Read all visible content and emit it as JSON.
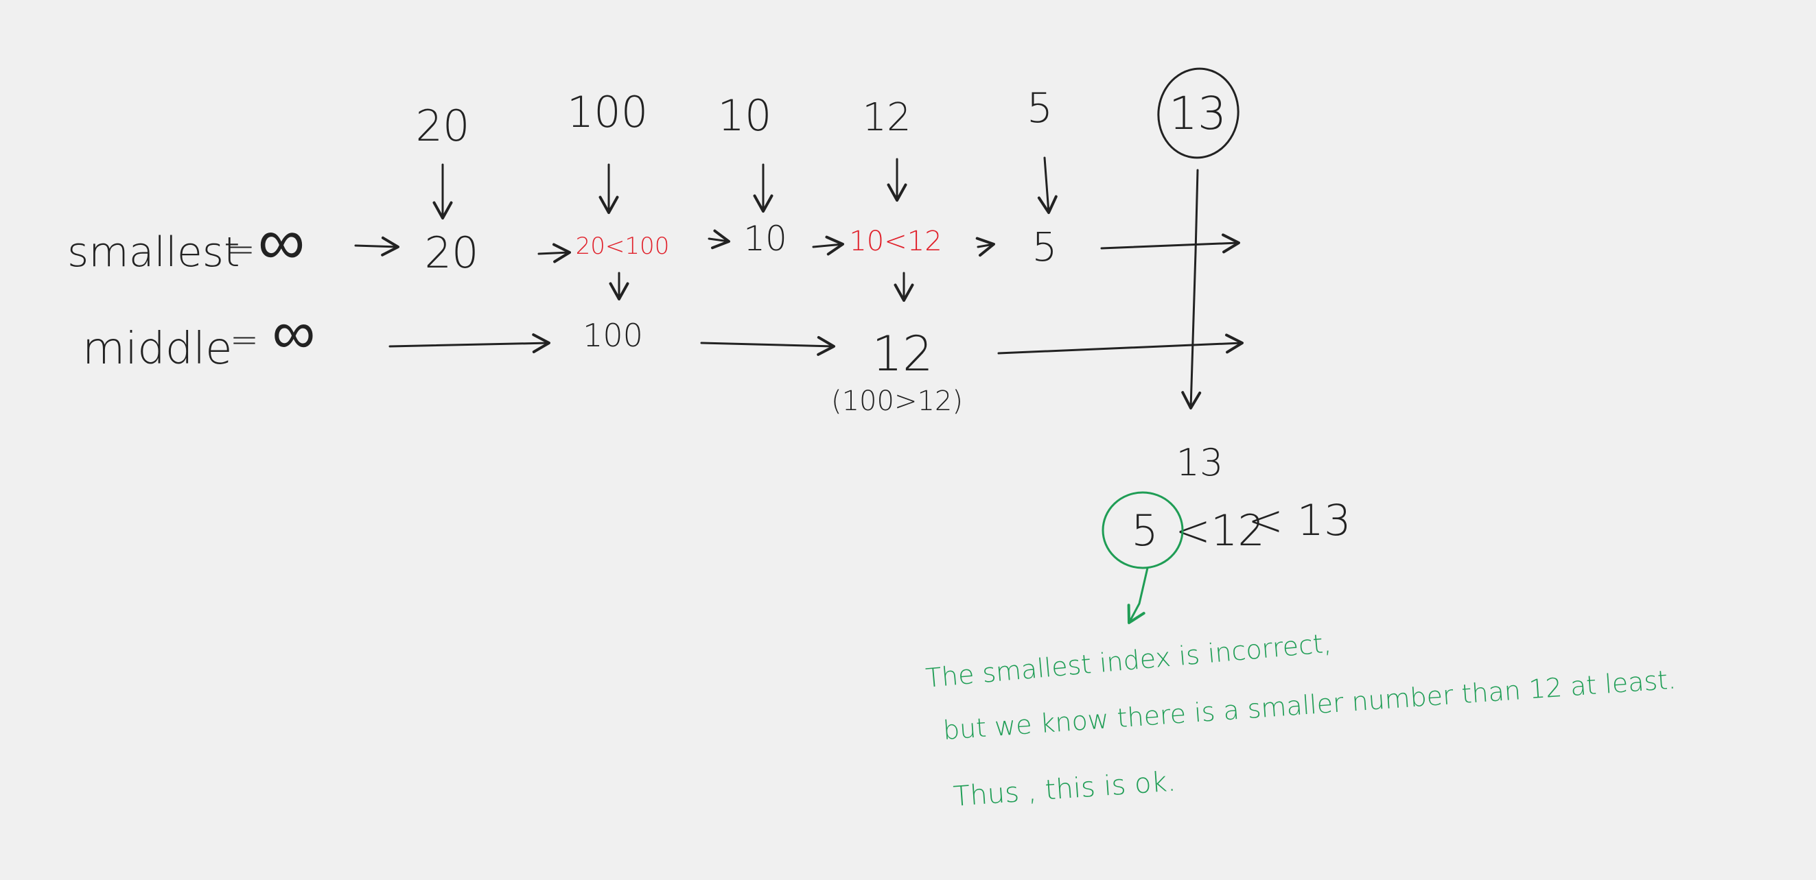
{
  "inputs": [
    "20",
    "100",
    "10",
    "12",
    "5",
    "13"
  ],
  "smallest": {
    "label": "smallest",
    "equals": "=",
    "initial": "∞",
    "steps": [
      "20",
      "20<100",
      "10",
      "10<12",
      "5"
    ]
  },
  "middle": {
    "label": "middle",
    "equals": "=",
    "initial": "∞",
    "steps": [
      "100",
      "12"
    ],
    "note": "(100>12)"
  },
  "final": {
    "value": "13",
    "comparison": [
      "5",
      "<12",
      "< 13"
    ]
  },
  "explanation": [
    "The smallest index is incorrect,",
    "but we know there is a smaller number than 12 at least.",
    "Thus , this is ok."
  ],
  "colors": {
    "background": "#f0f0f0",
    "ink": "#222222",
    "highlight": "#e0202a",
    "comment": "#1f9d55"
  }
}
